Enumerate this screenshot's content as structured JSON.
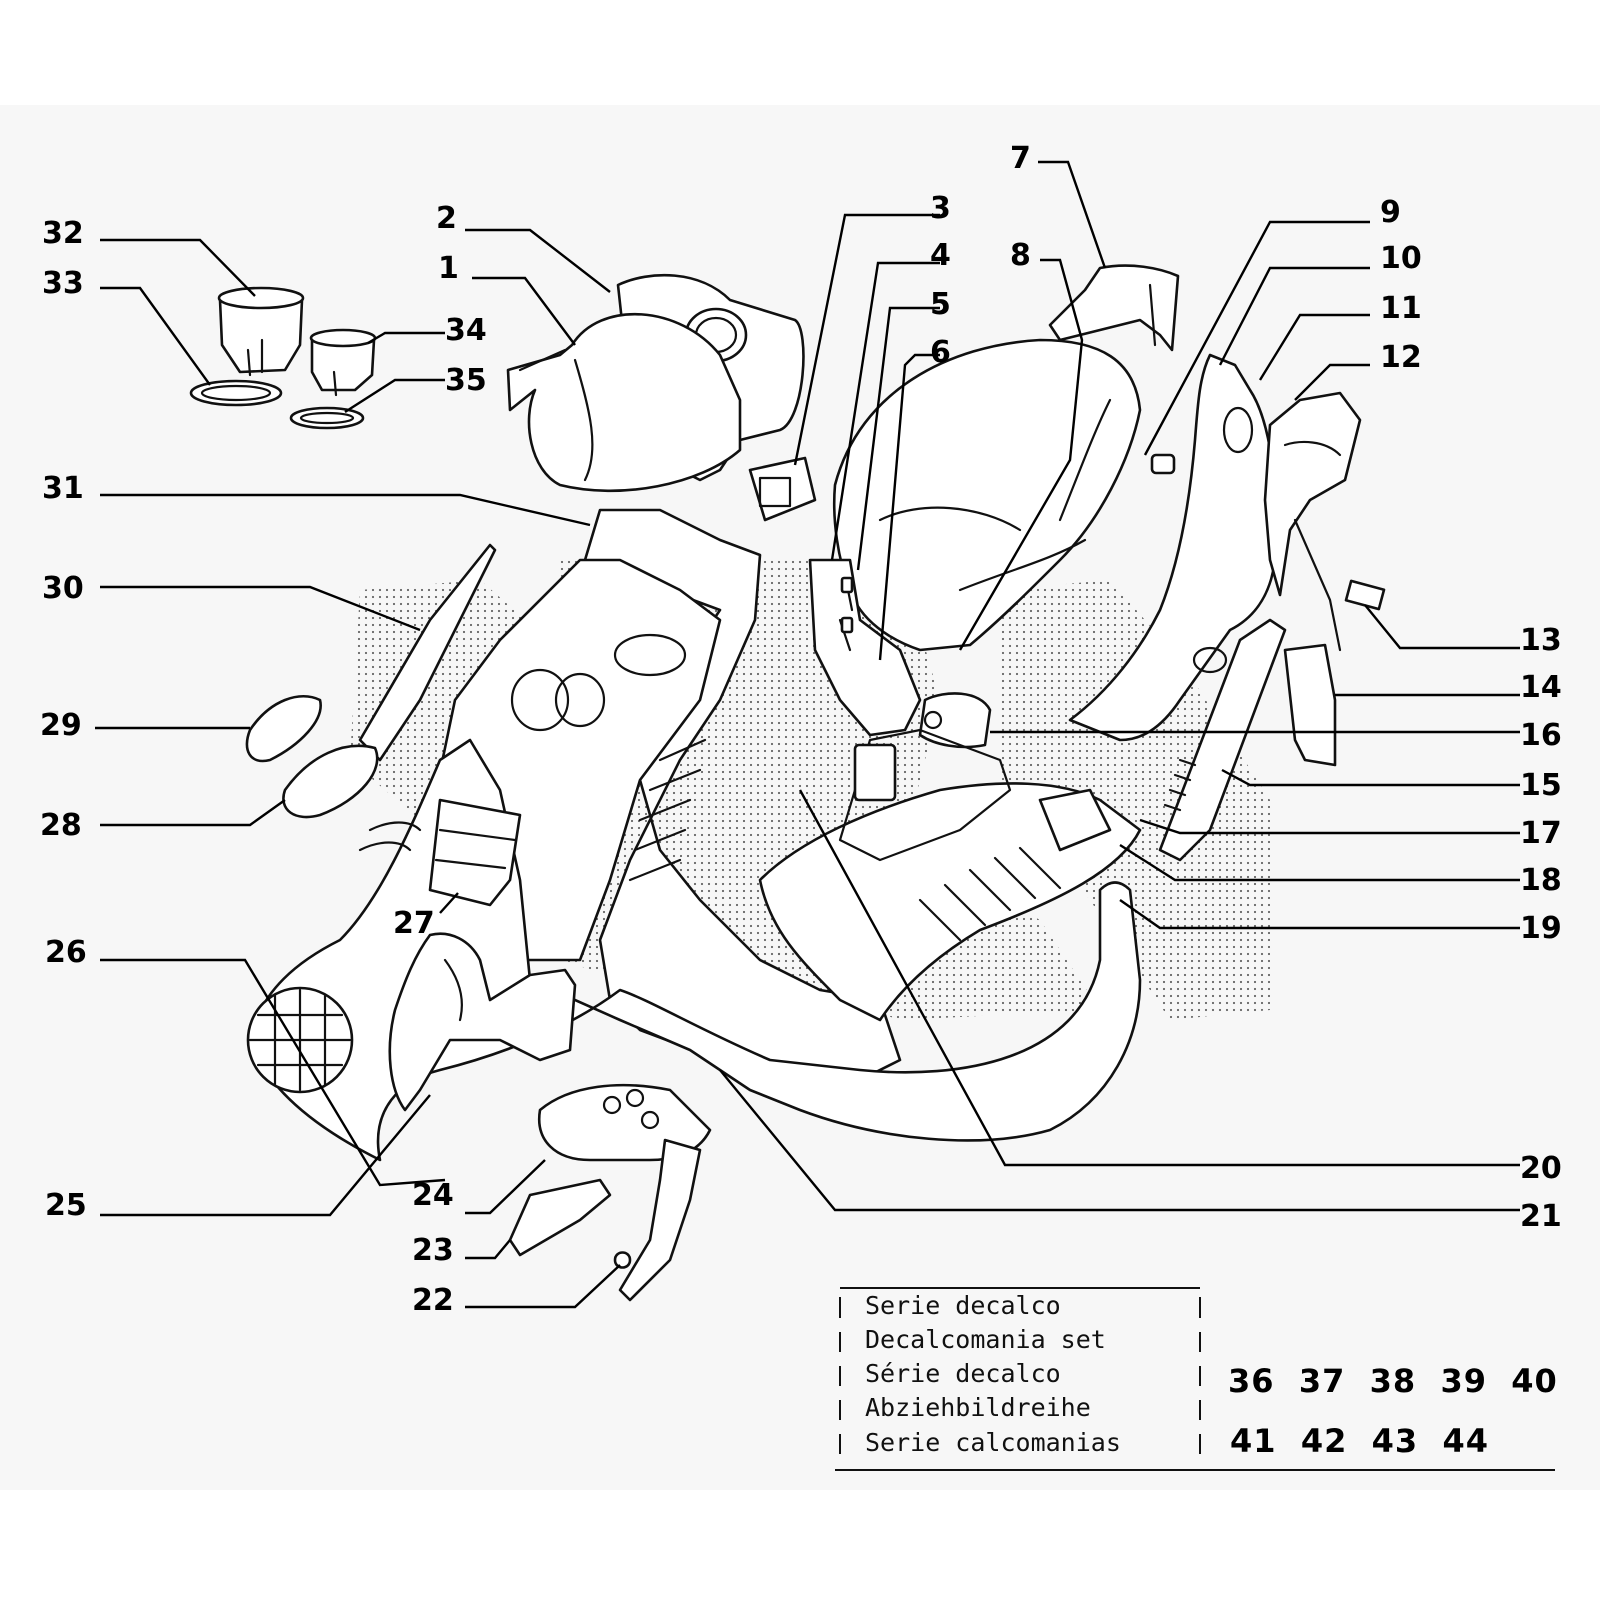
{
  "callouts": {
    "c1": "1",
    "c2": "2",
    "c3": "3",
    "c4": "4",
    "c5": "5",
    "c6": "6",
    "c7": "7",
    "c8": "8",
    "c9": "9",
    "c10": "10",
    "c11": "11",
    "c12": "12",
    "c13": "13",
    "c14": "14",
    "c15": "15",
    "c16": "16",
    "c17": "17",
    "c18": "18",
    "c19": "19",
    "c20": "20",
    "c21": "21",
    "c22": "22",
    "c23": "23",
    "c24": "24",
    "c25": "25",
    "c26": "26",
    "c27": "27",
    "c28": "28",
    "c29": "29",
    "c30": "30",
    "c31": "31",
    "c32": "32",
    "c33": "33",
    "c34": "34",
    "c35": "35"
  },
  "decal_table": {
    "labels": [
      "Serie decalco",
      "Decalcomania set",
      "Série decalco",
      "Abziehbildreihe",
      "Serie calcomanias"
    ],
    "numbers_row1": "36  37  38  39  40",
    "numbers_row2": "41  42  43  44"
  }
}
